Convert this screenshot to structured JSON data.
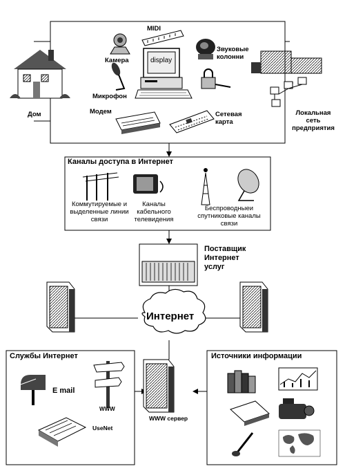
{
  "home_panel": {
    "home": "Дом",
    "camera": "Камера",
    "midi": "MIDI",
    "display": "display",
    "speakers": "Звуковые колонни",
    "microphone": "Микрофон",
    "modem": "Модем",
    "network_card": "Сетевая карта",
    "lan": "Локальная сеть предприятия"
  },
  "access_panel": {
    "title": "Каналы доступа в Интернет",
    "dialup": "Коммутируемые и выделенные линии связи",
    "cable": "Каналы кабельного телевидения",
    "wireless": "Беспроводныеи спутниковые каналы связи"
  },
  "provider": {
    "label": "Поставщик Интернет услуг"
  },
  "internet": {
    "label": "Интернет"
  },
  "services_panel": {
    "title": "Службы Интернет",
    "email": "E mail",
    "www": "WWW",
    "usenet": "UseNet"
  },
  "www_server": {
    "label": "WWW сервер"
  },
  "sources_panel": {
    "title": "Источники информации"
  }
}
